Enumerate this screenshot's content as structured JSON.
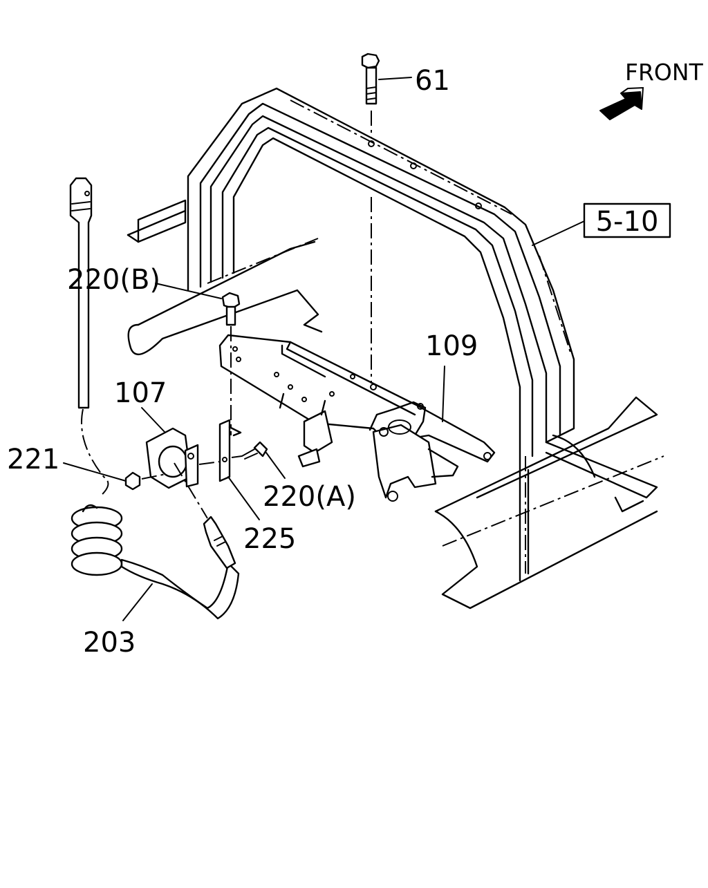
{
  "labels": {
    "front": "FRONT",
    "ref": "5-10",
    "p61": "61",
    "p109": "109",
    "p107": "107",
    "p220b": "220(B)",
    "p220a": "220(A)",
    "p221": "221",
    "p225": "225",
    "p203": "203"
  },
  "icons": {
    "direction": "front-arrow-icon"
  }
}
